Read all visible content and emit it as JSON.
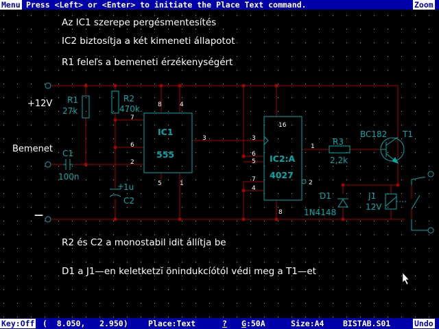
{
  "topbar": {
    "menu_label": "Menu",
    "prompt": "Press <Left> or <Enter> to initiate the Place Text command.",
    "zoom_label": "Zoom"
  },
  "notes": {
    "line1": "Az IC1 szerepe pergésmentesítés",
    "line2": "IC2 biztosítja a két kimeneti állapotot",
    "line3": "R1 feleľs a bemeneti érzékenységért",
    "line4": "R2 és C2 a monostabil idit állítja be",
    "line5": "D1 a J1—en keletketzĭ önindukcíótól védi meg a T1—et"
  },
  "schematic": {
    "supply_label": "+12V",
    "input_label": "Bemenet",
    "ground_label": "—",
    "r1_name": "R1",
    "r1_value": "27k",
    "r2_name": "R2",
    "r2_value": "470k",
    "c1_name": "C1",
    "c1_value": "100n",
    "c2_name": "C2",
    "c2_value": "1u",
    "c2_plus": "+",
    "ic1_name": "IC1",
    "ic1_value": "555",
    "ic2_name": "IC2:A",
    "ic2_value": "4027",
    "r3_name": "R3",
    "r3_value": "2,2k",
    "t1_name": "T1",
    "t1_value": "BC182",
    "d1_name": "D1",
    "d1_value": "1N4148",
    "j1_name": "J1",
    "j1_value": "12V",
    "ic1_pins": {
      "p8": "8",
      "p4": "4",
      "p7": "7",
      "p6": "6",
      "p2": "2",
      "p3": "3",
      "p5": "5",
      "p1": "1"
    },
    "ic2_pins": {
      "p16": "16",
      "p3": "3",
      "p6": "6",
      "p5": "5",
      "p1": "1",
      "p7": "7",
      "p4": "4",
      "p2": "2",
      "p8": "8"
    }
  },
  "statusbar": {
    "key_label": "Key:Off",
    "coords": "(  8.050,   2.950)",
    "place": "Place:Text",
    "help": "?",
    "grid_prefix": "G",
    "grid_value": ":50A",
    "size": "Size:A4",
    "file": "BISTAB.S01",
    "undo_label": "Undo"
  },
  "colors": {
    "wire": "#aa0000",
    "component": "#00aaaa",
    "bars": "#0000aa",
    "text": "#ffffff"
  }
}
